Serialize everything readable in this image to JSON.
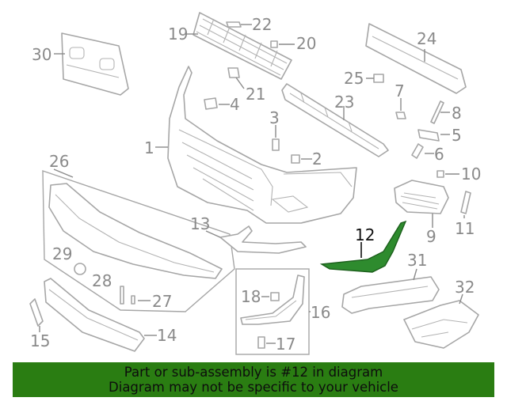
{
  "diagram": {
    "callouts": {
      "p1": "1",
      "p2": "2",
      "p3": "3",
      "p4": "4",
      "p5": "5",
      "p6": "6",
      "p7": "7",
      "p8": "8",
      "p9": "9",
      "p10": "10",
      "p11": "11",
      "p12": "12",
      "p13": "13",
      "p14": "14",
      "p15": "15",
      "p16": "16",
      "p17": "17",
      "p18": "18",
      "p19": "19",
      "p20": "20",
      "p21": "21",
      "p22": "22",
      "p23": "23",
      "p24": "24",
      "p25": "25",
      "p26": "26",
      "p27": "27",
      "p28": "28",
      "p29": "29",
      "p30": "30",
      "p31": "31",
      "p32": "32"
    },
    "highlighted_part": "12",
    "highlight_color": "#2e8b2e"
  },
  "footer": {
    "line1": "Part or sub-assembly is #12 in diagram",
    "line2": "Diagram may not be specific to your vehicle",
    "background": "#2a7d12"
  }
}
